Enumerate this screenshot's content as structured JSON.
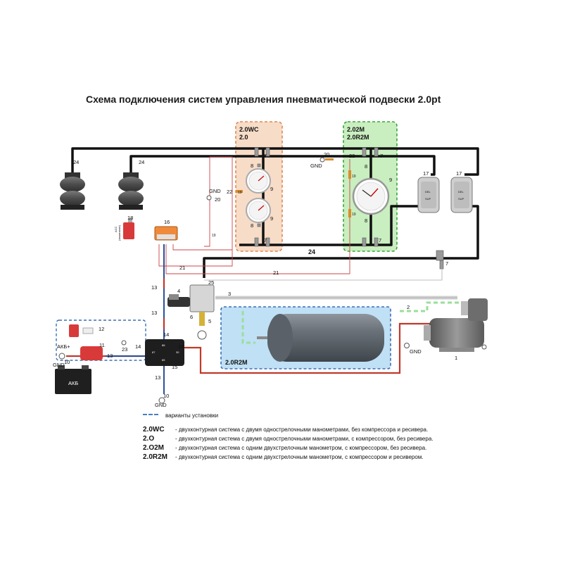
{
  "title": "Схема подключения систем управления пневматической подвески 2.0pt",
  "boxes": {
    "wc": {
      "line1": "2.0WC",
      "line2": "2.0"
    },
    "o2m": {
      "line1": "2.02M",
      "line2": "2.0R2M"
    },
    "or2m": {
      "label": "2.0R2M"
    }
  },
  "labels": {
    "gnd": "GND",
    "akb_plus": "АКБ+",
    "akb": "АКБ",
    "acc": "ACC",
    "acc_sub": "(зажигание)",
    "del": "DEL",
    "sup": "SUP",
    "relay_86": "86",
    "relay_87": "87",
    "relay_30": "30",
    "relay_85": "85",
    "n1": "1",
    "n2": "2",
    "n3": "3",
    "n4": "4",
    "n5": "5",
    "n6": "6",
    "n7": "7",
    "n8": "8",
    "n9": "9",
    "n10": "10",
    "n11": "11",
    "n12": "12",
    "n13": "13",
    "n14": "14",
    "n15": "15",
    "n16": "16",
    "n17": "17",
    "n18": "18",
    "n19": "19",
    "n20": "20",
    "n21": "21",
    "n22": "22",
    "n23": "23",
    "n24": "24",
    "n25": "25"
  },
  "legend": {
    "dash_text": "варианты установки",
    "items": [
      {
        "code": "2.0WC",
        "text": "- двухконтурная система с двумя однострелочными манометрами, без компрессора и ресивера."
      },
      {
        "code": "2.O",
        "text": "- двухконтурная система с двумя однострелочными манометрами, с компрессором, без ресивера."
      },
      {
        "code": "2.O2M",
        "text": "- двухконтурная система с одним двухстрелочным манометром, с компрессором, без ресивера."
      },
      {
        "code": "2.0R2M",
        "text": "- двухконтурная система с одним двухстрелочным манометром, с компрессором и ресивером."
      }
    ]
  },
  "colors": {
    "box_orange_fill": "#f7dcc8",
    "box_orange_border": "#e0894d",
    "box_green_fill": "#c9eec0",
    "box_green_border": "#3aa63a",
    "box_blue_fill": "#bfe0f5",
    "box_blue_border": "#3b6fb5",
    "air_line": "#111111",
    "power_red": "#c0392b",
    "wire_blue": "#2c4f9e"
  }
}
